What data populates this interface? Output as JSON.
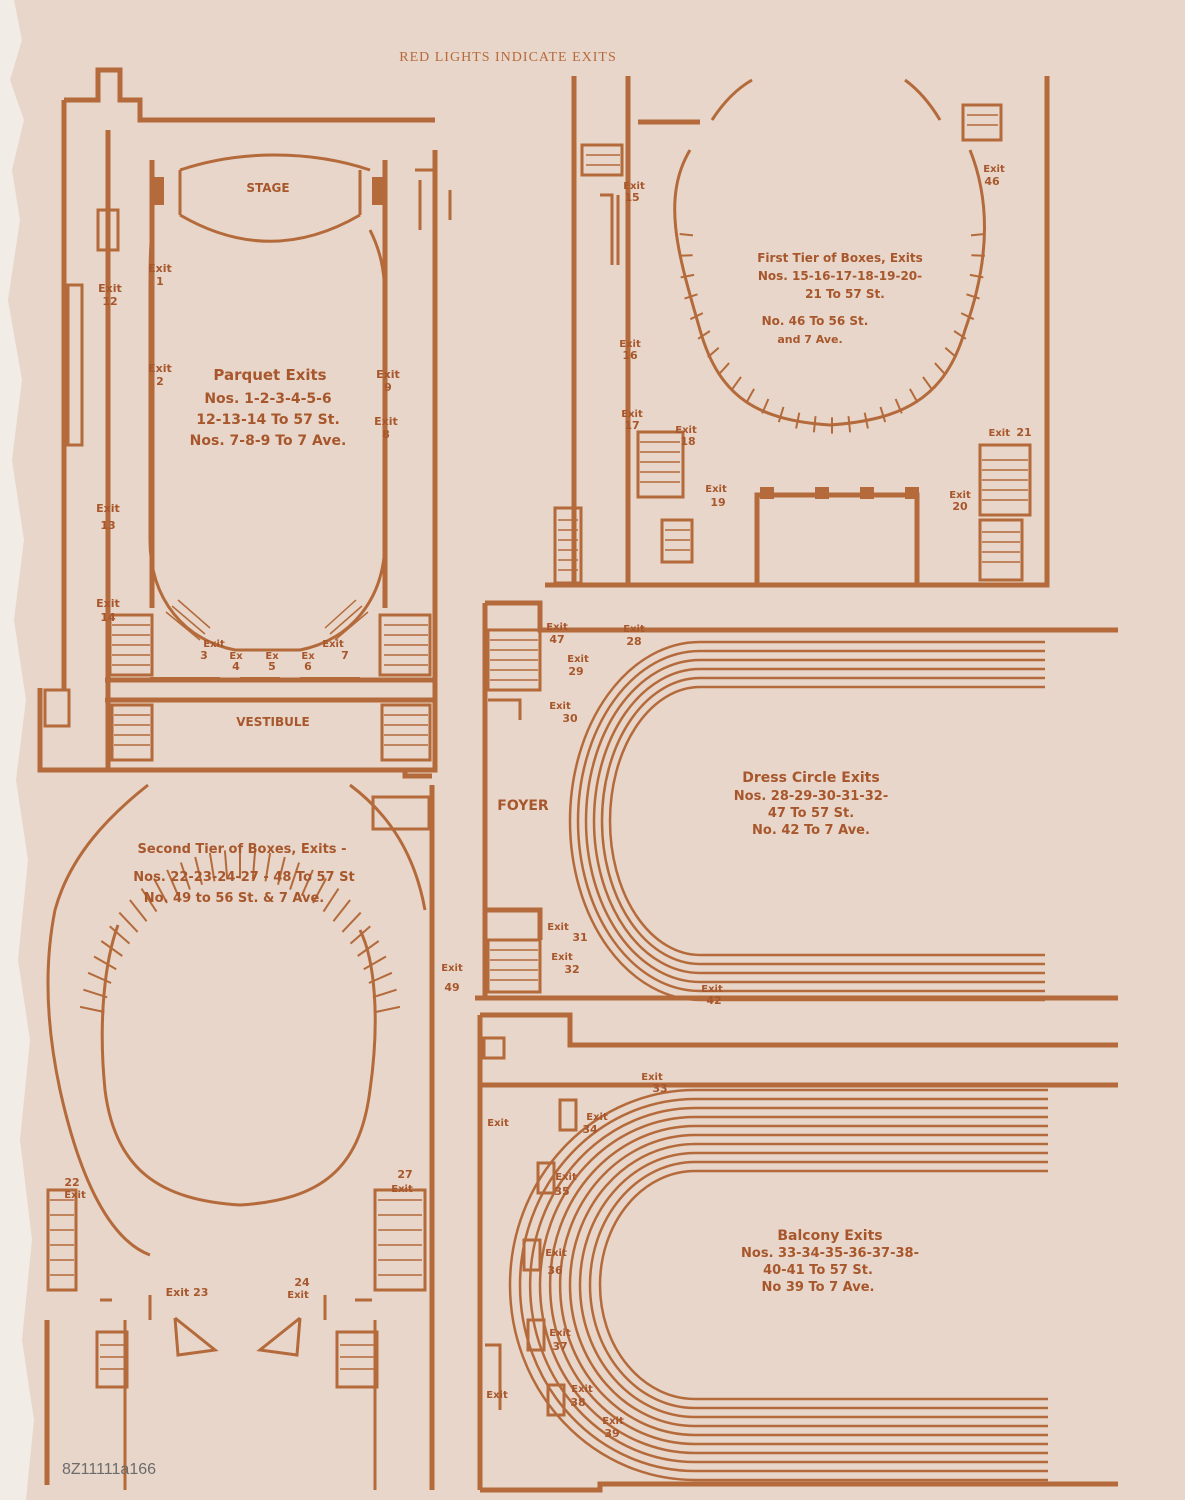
{
  "header": "RED LIGHTS INDICATE EXITS",
  "catalog_number": "8Z11111a166",
  "parquet": {
    "stage": "STAGE",
    "vestibule": "VESTIBULE",
    "title": "Parquet Exits",
    "lines": [
      "Nos. 1-2-3-4-5-6",
      "12-13-14 To 57 St.",
      "Nos. 7-8-9 To 7 Ave."
    ],
    "exits": {
      "e1": "1",
      "e2": "2",
      "e3": "3",
      "e4": "4",
      "e5": "5",
      "e6": "6",
      "e7": "7",
      "e8": "8",
      "e9": "9",
      "e12": "12",
      "e13": "13",
      "e14": "14"
    }
  },
  "first_tier": {
    "title": "First Tier of Boxes, Exits",
    "lines": [
      "Nos. 15-16-17-18-19-20-",
      "21 To 57 St.",
      "No. 46 To 56 St.",
      "and 7 Ave."
    ],
    "exits": {
      "e15": "15",
      "e16": "16",
      "e17": "17",
      "e18": "18",
      "e19": "19",
      "e20": "20",
      "e21": "21",
      "e46": "46"
    }
  },
  "dress_circle": {
    "foyer": "FOYER",
    "title": "Dress Circle Exits",
    "lines": [
      "Nos. 28-29-30-31-32-",
      "47 To 57 St.",
      "No. 42 To 7 Ave."
    ],
    "exits": {
      "e28": "28",
      "e29": "29",
      "e30": "30",
      "e31": "31",
      "e32": "32",
      "e42": "42",
      "e47": "47"
    }
  },
  "second_tier": {
    "title": "Second Tier of Boxes, Exits -",
    "lines": [
      "Nos. 22-23-24-27 - 48 To 57 St",
      "No. 49 to 56 St. & 7 Ave."
    ],
    "exits": {
      "e22": "22",
      "e23": "Exit 23",
      "e24": "24",
      "e27": "27",
      "e49": "49"
    }
  },
  "balcony": {
    "title": "Balcony Exits",
    "lines": [
      "Nos. 33-34-35-36-37-38-",
      "40-41 To 57 St.",
      "No 39 To 7 Ave."
    ],
    "exits": {
      "e33": "33",
      "e34": "34",
      "e35": "35",
      "e36": "36",
      "e37": "37",
      "e38": "38",
      "e39": "39"
    }
  },
  "exit_word": "Exit",
  "ex_word": "Ex",
  "colors": {
    "paper": "#e7d6c9",
    "ink": "#b46a3a",
    "pencil": "#6c6c6c"
  }
}
